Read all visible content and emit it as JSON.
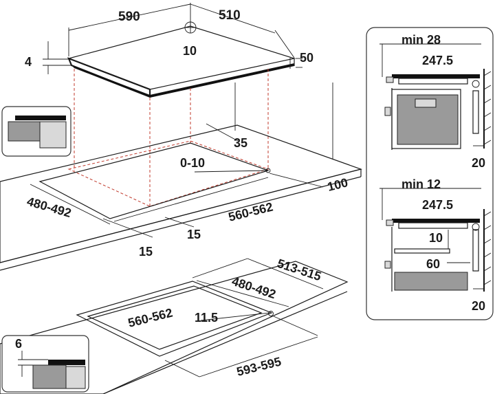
{
  "hob_dims": {
    "width": "590",
    "depth": "510",
    "cable_offset": "10",
    "glass_thickness": "4",
    "unit_height": "50"
  },
  "cutout_dims": {
    "front_gap": "35",
    "corner_tolerance": "0-10",
    "cutout_depth": "480-492",
    "cutout_width": "560-562",
    "rear_clearance": "100",
    "side_margin_left": "15",
    "side_margin_right": "15"
  },
  "flush_mount": {
    "depth": "480-492",
    "outer_depth": "513-515",
    "inner_width": "560-562",
    "outer_width": "593-595",
    "radius": "11.5"
  },
  "flush_inset": {
    "rebate_depth": "6"
  },
  "side_view_oven": {
    "min_label": "min 28",
    "depth": "247.5",
    "wall_gap": "20"
  },
  "side_view_drawer": {
    "min_label": "min 12",
    "depth": "247.5",
    "panel_gap": "10",
    "vent_gap": "60",
    "wall_gap": "20"
  },
  "colors": {
    "line": "#1a1a1a",
    "dashed_guides": "#c0392b",
    "fill_gray": "#9a9a9a",
    "fill_light": "#d9d9d9"
  }
}
